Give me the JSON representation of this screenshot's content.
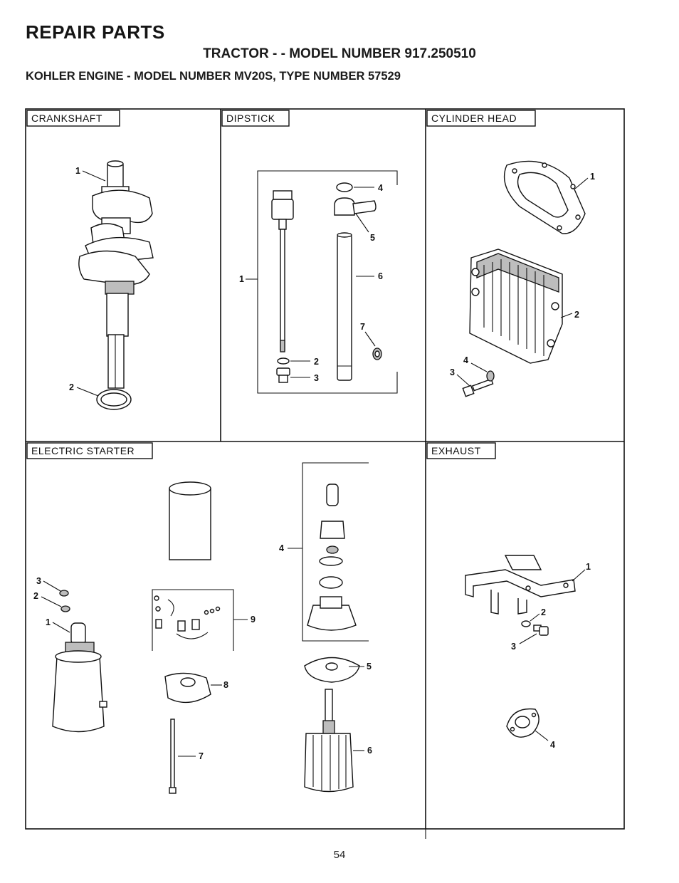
{
  "header": {
    "title": "REPAIR PARTS",
    "subtitle": "TRACTOR - - MODEL NUMBER 917.250510",
    "engine_line": "KOHLER ENGINE - MODEL NUMBER MV20S, TYPE NUMBER 57529"
  },
  "sections": {
    "crankshaft": {
      "label": "CRANKSHAFT",
      "callouts": [
        "1",
        "2"
      ]
    },
    "dipstick": {
      "label": "DIPSTICK",
      "callouts": [
        "1",
        "2",
        "3",
        "4",
        "5",
        "6",
        "7"
      ]
    },
    "cylinder_head": {
      "label": "CYLINDER HEAD",
      "callouts": [
        "1",
        "2",
        "3",
        "4"
      ]
    },
    "electric_starter": {
      "label": "ELECTRIC STARTER",
      "callouts": [
        "1",
        "2",
        "3",
        "4",
        "5",
        "6",
        "7",
        "8",
        "9"
      ]
    },
    "exhaust": {
      "label": "EXHAUST",
      "callouts": [
        "1",
        "2",
        "3",
        "4"
      ]
    }
  },
  "footer": {
    "page_number": "54"
  }
}
